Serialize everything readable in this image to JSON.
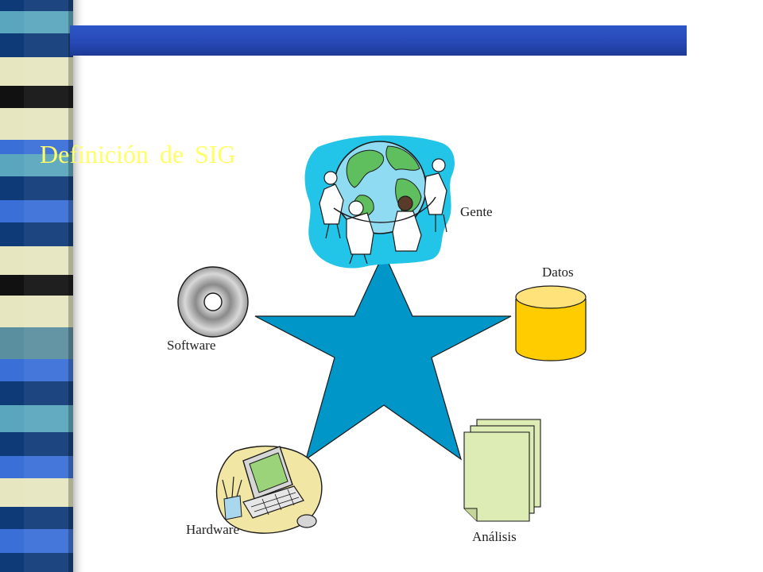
{
  "slide": {
    "title": "Definición  de SIG"
  },
  "diagram": {
    "labels": {
      "gente": "Gente",
      "datos": "Datos",
      "software": "Software",
      "hardware": "Hardware",
      "analisis": "Análisis"
    }
  },
  "colors": {
    "star_fill": "#0096c8",
    "header_bar": "#2849b8",
    "title_text": "#ffff66",
    "database_fill": "#ffcc00",
    "document_fill": "#ddebb4"
  },
  "icons": {
    "gente": "globe-people-icon",
    "datos": "database-cylinder-icon",
    "software": "disc-icon",
    "hardware": "computer-icon",
    "analisis": "documents-stack-icon"
  }
}
